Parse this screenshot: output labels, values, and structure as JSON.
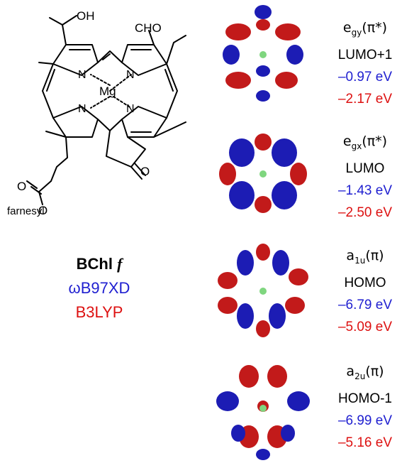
{
  "molecule": {
    "substituents": {
      "oh": "OH",
      "cho": "CHO",
      "mg": "Mg",
      "n": "N",
      "o": "O",
      "farnesyl": "farnesyl"
    }
  },
  "legend": {
    "compound_name": "BChl",
    "compound_suffix": "f",
    "method_1": "ωB97XD",
    "method_2": "B3LYP"
  },
  "colors": {
    "method_1": "#1f1fd0",
    "method_2": "#dd1111",
    "orbital_positive": "#c21a1a",
    "orbital_negative": "#1c1cb4"
  },
  "orbitals": [
    {
      "sym_main": "e",
      "sym_sub": "gy",
      "sym_char": "(π*)",
      "level": "LUMO+1",
      "energy_1": "–0.97 eV",
      "energy_2": "–2.17 eV"
    },
    {
      "sym_main": "e",
      "sym_sub": "gx",
      "sym_char": "(π*)",
      "level": "LUMO",
      "energy_1": "–1.43 eV",
      "energy_2": "–2.50 eV"
    },
    {
      "sym_main": "a",
      "sym_sub": "1u",
      "sym_char": "(π)",
      "level": "HOMO",
      "energy_1": "–6.79 eV",
      "energy_2": "–5.09 eV"
    },
    {
      "sym_main": "a",
      "sym_sub": "2u",
      "sym_char": "(π)",
      "level": "HOMO-1",
      "energy_1": "–6.99 eV",
      "energy_2": "–5.16 eV"
    }
  ]
}
